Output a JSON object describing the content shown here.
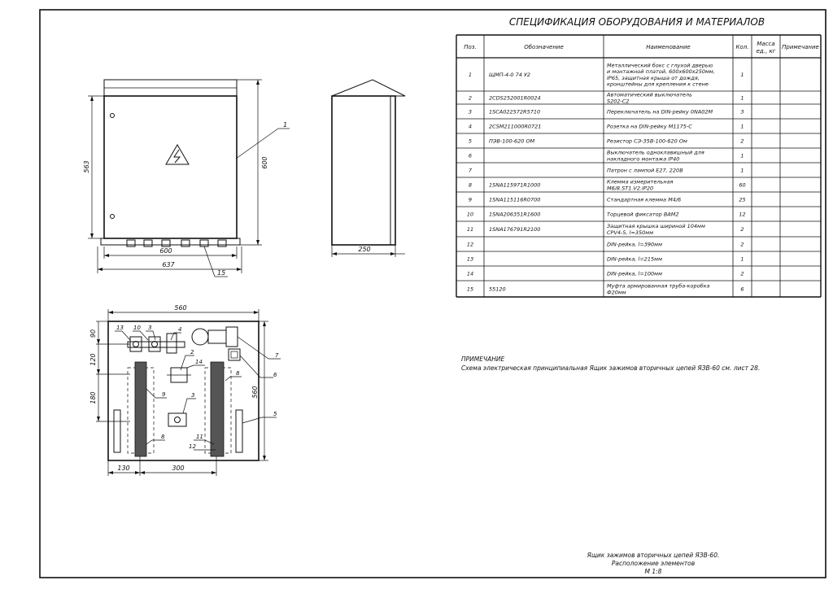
{
  "spec": {
    "title": "СПЕЦИФИКАЦИЯ ОБОРУДОВАНИЯ И МАТЕРИАЛОВ",
    "headers": {
      "pos": "Поз.",
      "designation": "Обозначение",
      "name": "Наименование",
      "qty": "Кол.",
      "mass": [
        "Масса",
        "ед., кг"
      ],
      "note": "Примечание"
    },
    "rows": [
      {
        "pos": "1",
        "designation": "ЩМП-4-0 74 У2",
        "name": [
          "Металлический бокс с глухой дверью",
          "и монтажной платой, 600х600х250мм,",
          "IP65, защитная крыша от дождя,",
          "кронштейны для крепления к стене"
        ],
        "qty": "1"
      },
      {
        "pos": "2",
        "designation": "2CDS252001R0024",
        "name": [
          "Автоматический выключатель",
          "S202-C2"
        ],
        "qty": "1"
      },
      {
        "pos": "3",
        "designation": "1SCA022572R5710",
        "name": [
          "Переключатель на DIN-рейку 0NA02M"
        ],
        "qty": "3"
      },
      {
        "pos": "4",
        "designation": "2CSM211000R0721",
        "name": [
          "Розетка на DIN-рейку M1175-C"
        ],
        "qty": "1"
      },
      {
        "pos": "5",
        "designation": "ПЭВ-100-620 ОМ",
        "name": [
          "Резистор СЭ-35В-100-620 Ом"
        ],
        "qty": "2"
      },
      {
        "pos": "6",
        "designation": "",
        "name": [
          "Выключатель одноклавишный для",
          "накладного монтажа IP40"
        ],
        "qty": "1"
      },
      {
        "pos": "7",
        "designation": "",
        "name": [
          "Патрон с лампой E27, 220В"
        ],
        "qty": "1"
      },
      {
        "pos": "8",
        "designation": "1SNA115971R1000",
        "name": [
          "Клемма измерительная",
          "M6/8.ST1.V2.IP20"
        ],
        "qty": "60"
      },
      {
        "pos": "9",
        "designation": "1SNA115116R0700",
        "name": [
          "Стандартная клемма M4/6"
        ],
        "qty": "25"
      },
      {
        "pos": "10",
        "designation": "1SNA206351R1600",
        "name": [
          "Торцевой фиксатор BAM2"
        ],
        "qty": "12"
      },
      {
        "pos": "11",
        "designation": "1SNA176791R2100",
        "name": [
          "Защитная крышка шириной 104мм",
          "CPV4-5, l=350мм"
        ],
        "qty": "2"
      },
      {
        "pos": "12",
        "designation": "",
        "name": [
          "DIN-рейка, l=390мм"
        ],
        "qty": "2"
      },
      {
        "pos": "13",
        "designation": "",
        "name": [
          "DIN-рейка, l=215мм"
        ],
        "qty": "1"
      },
      {
        "pos": "14",
        "designation": "",
        "name": [
          "DIN-рейка, l=100мм"
        ],
        "qty": "2"
      },
      {
        "pos": "15",
        "designation": "55120",
        "name": [
          "Муфта армированная труба-коробка",
          "Ф20мм"
        ],
        "qty": "6"
      }
    ]
  },
  "note": {
    "heading": "ПРИМЕЧАНИЕ",
    "text": "Схема электрическая принципиальная Ящик зажимов вторичных цепей ЯЗВ-60 см. лист 28."
  },
  "caption": {
    "line1": "Ящик зажимов вторичных цепей ЯЗВ-60.",
    "line2": "Расположение элементов",
    "line3": "М 1:8"
  },
  "front_view": {
    "dim_width": "600",
    "dim_overall": "637",
    "dim_height_left": "563",
    "dim_height_right": "600",
    "leader_box": "1",
    "leader_gland": "15"
  },
  "side_view": {
    "dim_depth": "250"
  },
  "plate_view": {
    "dim_width": "560",
    "dim_height": "560",
    "dim_v1": "90",
    "dim_v2": "120",
    "dim_v3": "180",
    "dim_h1": "130",
    "dim_h2": "300",
    "labels": [
      "13",
      "10",
      "3",
      "4",
      "2",
      "14",
      "7",
      "6",
      "8",
      "9",
      "3",
      "5",
      "11",
      "8",
      "12"
    ]
  }
}
